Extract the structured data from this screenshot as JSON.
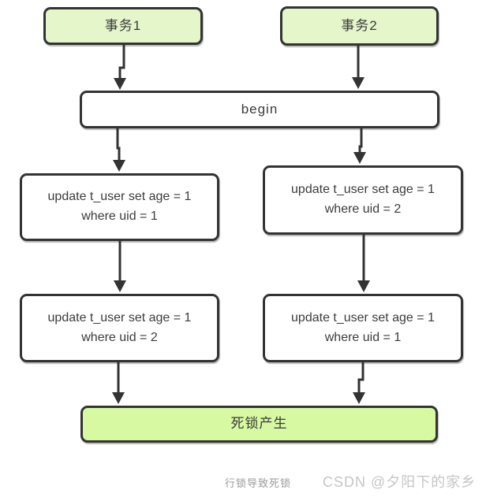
{
  "diagram": {
    "title_meaning": "row-lock deadlock flowchart",
    "colors": {
      "node_border": "#333333",
      "arrow": "#333333",
      "transaction_fill": "#e6f6cb",
      "deadlock_fill": "#d7f9a2",
      "statement_fill": "#ffffff",
      "text": "#3a3a3a",
      "caption_text": "#9a9a9a",
      "watermark_text": "#c6c6c6"
    },
    "nodes": {
      "transaction1": {
        "label": "事务1"
      },
      "transaction2": {
        "label": "事务2"
      },
      "begin": {
        "label": "begin"
      },
      "t1_update1": {
        "lines": [
          "update t_user set age = 1",
          "where uid = 1"
        ]
      },
      "t2_update1": {
        "lines": [
          "update t_user set age = 1",
          "where uid = 2"
        ]
      },
      "t1_update2": {
        "lines": [
          "update t_user set age = 1",
          "where uid = 2"
        ]
      },
      "t2_update2": {
        "lines": [
          "update t_user set age = 1",
          "where uid = 1"
        ]
      },
      "deadlock": {
        "label": "死锁产生"
      }
    },
    "edges": [
      {
        "from": "transaction1",
        "to": "begin"
      },
      {
        "from": "transaction2",
        "to": "begin"
      },
      {
        "from": "begin",
        "to": "t1_update1"
      },
      {
        "from": "begin",
        "to": "t2_update1"
      },
      {
        "from": "t1_update1",
        "to": "t1_update2"
      },
      {
        "from": "t2_update1",
        "to": "t2_update2"
      },
      {
        "from": "t1_update2",
        "to": "deadlock"
      },
      {
        "from": "t2_update2",
        "to": "deadlock"
      }
    ]
  },
  "footer": {
    "caption": "行锁导致死锁",
    "watermark": "CSDN @夕阳下的家乡"
  }
}
